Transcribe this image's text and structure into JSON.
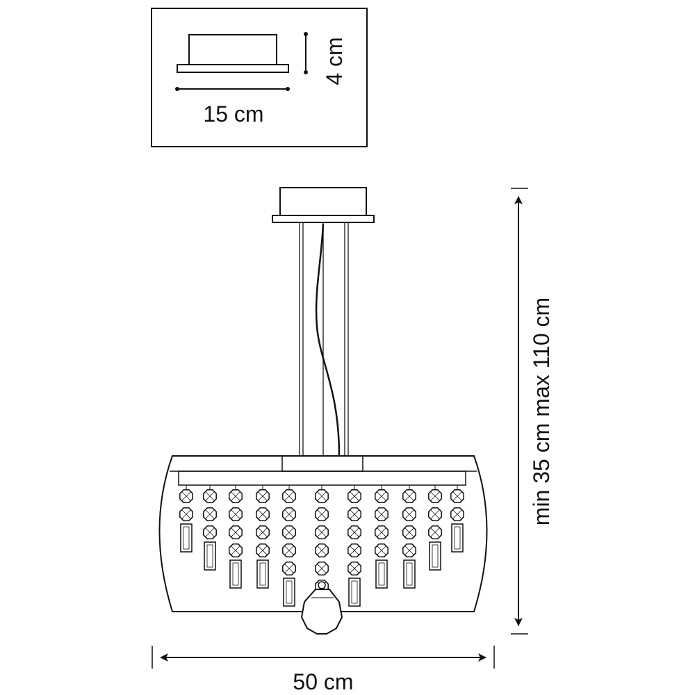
{
  "inset": {
    "width_label": "15 cm",
    "height_label": "4 cm"
  },
  "dimensions": {
    "width_label": "50 cm",
    "height_label": "min 35 cm max 110 cm"
  },
  "pendant": {
    "strand_count": 11,
    "strand_bead_counts": [
      2,
      3,
      4,
      4,
      5,
      6,
      5,
      4,
      4,
      3,
      2
    ]
  }
}
